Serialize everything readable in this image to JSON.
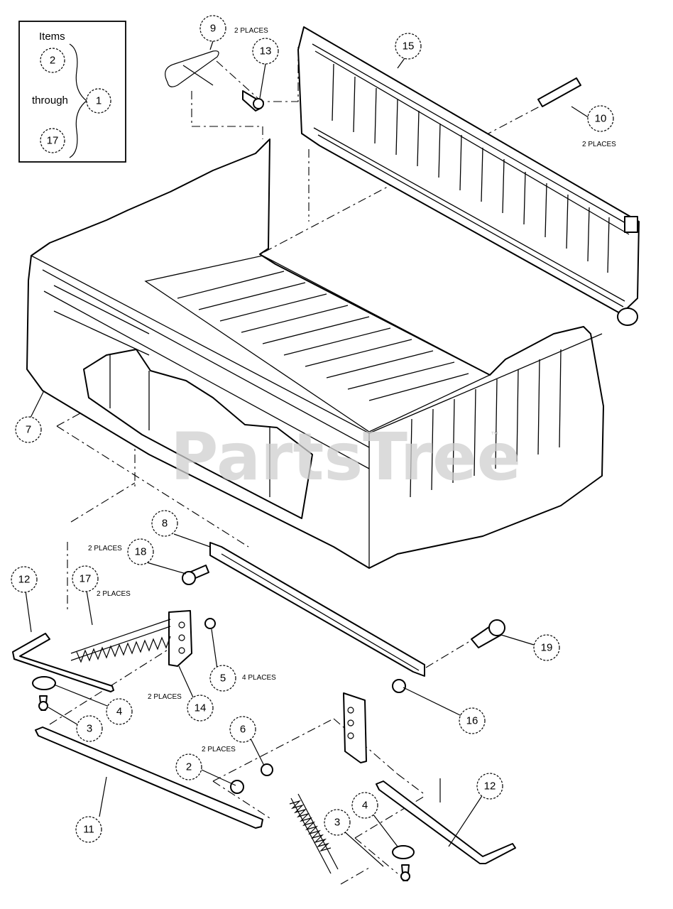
{
  "legend": {
    "title": "Items",
    "start": "2",
    "middle": "through",
    "end": "17",
    "result": "1"
  },
  "watermark": {
    "text": "PartsTree",
    "mark": "™"
  },
  "callouts": [
    {
      "id": "2",
      "label": "2"
    },
    {
      "id": "3",
      "label": "3"
    },
    {
      "id": "4",
      "label": "4"
    },
    {
      "id": "5",
      "label": "5"
    },
    {
      "id": "6",
      "label": "6"
    },
    {
      "id": "7",
      "label": "7"
    },
    {
      "id": "8",
      "label": "8"
    },
    {
      "id": "9",
      "label": "9"
    },
    {
      "id": "10",
      "label": "10"
    },
    {
      "id": "11",
      "label": "11"
    },
    {
      "id": "12",
      "label": "12"
    },
    {
      "id": "13",
      "label": "13"
    },
    {
      "id": "14",
      "label": "14"
    },
    {
      "id": "15",
      "label": "15"
    },
    {
      "id": "16",
      "label": "16"
    },
    {
      "id": "17",
      "label": "17"
    },
    {
      "id": "18",
      "label": "18"
    },
    {
      "id": "19",
      "label": "19"
    }
  ],
  "notes": {
    "two_places": "2 PLACES",
    "four_places": "4 PLACES"
  }
}
